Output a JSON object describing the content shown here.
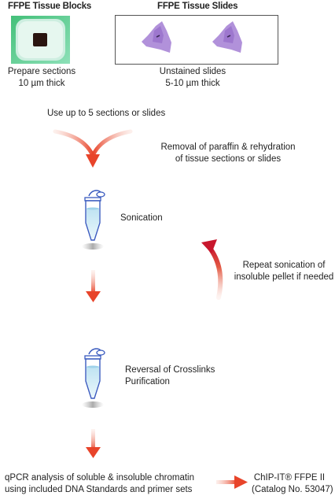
{
  "headers": {
    "blocks": "FFPE Tissue Blocks",
    "slides": "FFPE Tissue Slides"
  },
  "captions": {
    "blocks_line1": "Prepare sections",
    "blocks_line2": "10 µm thick",
    "slides_line1": "Unstained slides",
    "slides_line2": "5-10 µm thick"
  },
  "steps": {
    "sections_note": "Use up to 5 sections or slides",
    "removal_line1": "Removal of paraffin & rehydration",
    "removal_line2": "of tissue sections or slides",
    "sonication": "Sonication",
    "repeat_line1": "Repeat sonication of",
    "repeat_line2": "insoluble pellet if needed",
    "reversal_line1": "Reversal of Crosslinks",
    "reversal_line2": "Purification",
    "qpcr_line1": "qPCR analysis of soluble & insoluble chromatin",
    "qpcr_line2": "using included DNA Standards and primer sets"
  },
  "product": {
    "name": "ChIP-IT® FFPE II",
    "catalog": "(Catalog No. 53047)"
  },
  "colors": {
    "arrow_red": "#e8442a",
    "tube_blue": "#3a5bbf",
    "tissue_purple": "#a07ad0",
    "block_green": "#6fd09c"
  },
  "icons": {
    "tube": "microcentrifuge-tube-icon",
    "arrow": "down-arrow-icon"
  }
}
